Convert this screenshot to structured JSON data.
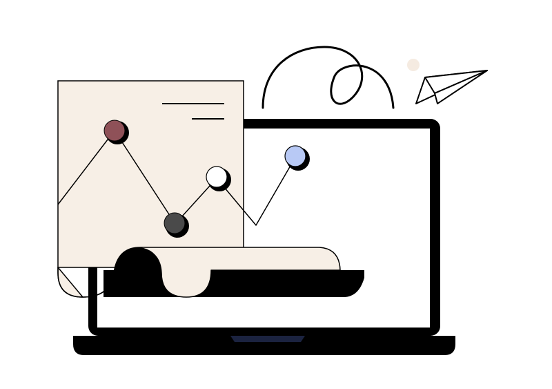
{
  "illustration": {
    "subject": "laptop-with-analytics-report",
    "colors": {
      "ink": "#000000",
      "paper": "#f7efe6",
      "screen": "#ffffff",
      "point_dark_red": "#8f5158",
      "point_gray": "#4a4a4a",
      "point_white": "#ffffff",
      "point_blue": "#b8c9f5",
      "dot_beige": "#f5ebe1",
      "trackpad_notch": "#1b2340"
    },
    "icons": [
      "laptop-icon",
      "document-icon",
      "paper-plane-icon",
      "loop-line-icon"
    ],
    "chart_markers": [
      "dark-red",
      "gray",
      "white",
      "blue"
    ]
  }
}
